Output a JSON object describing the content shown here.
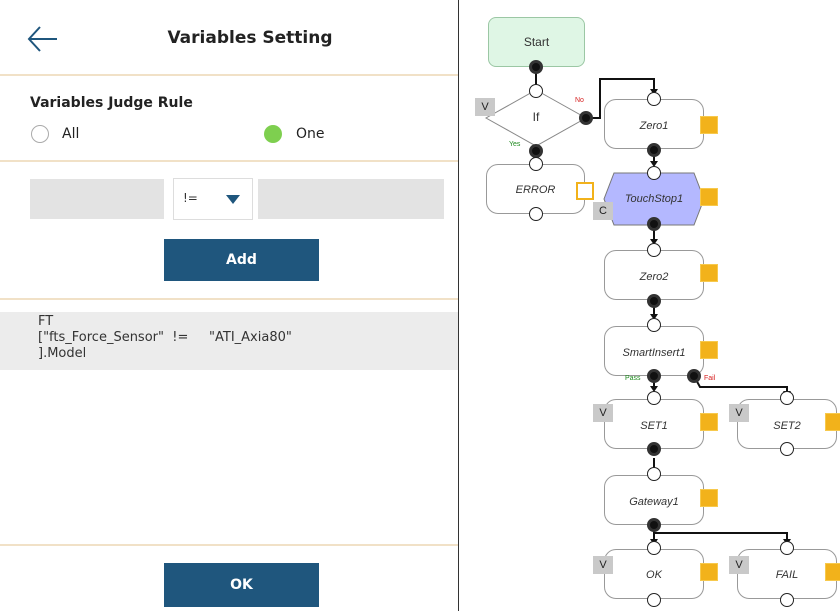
{
  "header": {
    "title": "Variables Setting"
  },
  "rule": {
    "title": "Variables Judge Rule",
    "options": [
      {
        "label": "All",
        "selected": false
      },
      {
        "label": "One",
        "selected": true
      }
    ]
  },
  "condition_editor": {
    "left_value": "",
    "operator": "!=",
    "right_value": "",
    "add_label": "Add"
  },
  "conditions": [
    {
      "line1": "FT",
      "line2": "[\"fts_Force_Sensor\"  !=     \"ATI_Axia80\"",
      "line3": "].Model"
    }
  ],
  "footer": {
    "ok_label": "OK"
  },
  "flow": {
    "start": "Start",
    "if": "If",
    "if_no": "No",
    "if_yes": "Yes",
    "error": "ERROR",
    "zero1": "Zero1",
    "touchstop1": "TouchStop1",
    "zero2": "Zero2",
    "smartinsert1": "SmartInsert1",
    "pass": "Pass",
    "fail": "Fail",
    "set1": "SET1",
    "set2": "SET2",
    "gateway1": "Gateway1",
    "ok": "OK",
    "fail_node": "FAIL",
    "badge_v": "V",
    "badge_c": "C"
  },
  "colors": {
    "accent": "#1f567d",
    "radio_selected": "#7ecf4f",
    "start_fill": "#dff6e5",
    "touchstop_fill": "#b4b8ff",
    "icon_orange": "#f2b21b"
  }
}
